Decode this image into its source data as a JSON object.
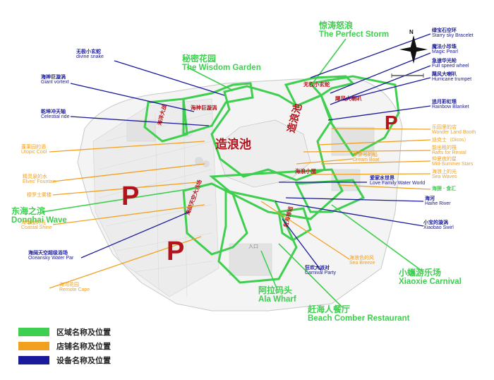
{
  "colors": {
    "zone": "#3ecf4f",
    "shop": "#f2a020",
    "ride": "#1a1a9a",
    "park_marker": "#b5121b"
  },
  "map_labels": {
    "wave_pool": "造浪池",
    "wave_pool_2": "造浪池",
    "parking": "P",
    "entrance": "入口"
  },
  "zones": [
    {
      "cn": "惊涛怒浪",
      "en": "The Perfect Storm"
    },
    {
      "cn": "秘密花园",
      "en": "The Wisdom Garden"
    },
    {
      "cn": "东海之滨",
      "en": "Donghai Wave"
    },
    {
      "cn": "阿拉码头",
      "en": "Ala Wharf"
    },
    {
      "cn": "赶海人餐厅",
      "en": "Beach Comber Restaurant"
    },
    {
      "cn": "小蠵游乐场",
      "en": "Xiaoxie Carnival"
    }
  ],
  "shops": [
    {
      "cn": "蓬莱园的酒",
      "en": "Utopic Cool"
    },
    {
      "cn": "精灵泉的水",
      "en": "Elves' Fountain"
    },
    {
      "cn": "穆罗士雾楼",
      "en": ""
    },
    {
      "cn": "海市蜃的光",
      "en": "Coastal Shine"
    },
    {
      "cn": "海湾花园",
      "en": "Remote Cape"
    },
    {
      "cn": "乐园里的店",
      "en": "Wonder Land Booth"
    },
    {
      "cn": "迪克士（Dicos）",
      "en": ""
    },
    {
      "cn": "能出租的筏",
      "en": "Rafts for Rental"
    },
    {
      "cn": "仲夏夜的星",
      "en": "Mid-Summer Stars"
    },
    {
      "cn": "梦梦号的船",
      "en": "Dream Boat"
    },
    {
      "cn": "海浪上的光",
      "en": "Sea Waves"
    },
    {
      "cn": "海狸 · 食汇",
      "en": ""
    },
    {
      "cn": "海浪色的风",
      "en": "Sea Breeze"
    }
  ],
  "rides": [
    {
      "cn": "无极小玄蛇",
      "en": "divine snake"
    },
    {
      "cn": "海神巨漩涡",
      "en": "Giant vortext"
    },
    {
      "cn": "乾坤冲天轴",
      "en": "Celestial ride"
    },
    {
      "cn": "海阔天空超级浴场",
      "en": "Oceansky Water Par"
    },
    {
      "cn": "绿宝石空环",
      "en": "Starry sky Bracelet"
    },
    {
      "cn": "魔法小珍珠",
      "en": "Magic Pearl"
    },
    {
      "cn": "急速华光轮",
      "en": "Full speed wheel"
    },
    {
      "cn": "飓风大喇叭",
      "en": "Hurricane trumpet"
    },
    {
      "cn": "追月彩虹毯",
      "en": "Rainbow Blanket"
    },
    {
      "cn": "爱家水世界",
      "en": "Love Family Water World"
    },
    {
      "cn": "海河",
      "en": "Haihe River"
    },
    {
      "cn": "小宝的漩涡",
      "en": "Xiaobao Swirl"
    },
    {
      "cn": "狂欢大派对",
      "en": "Carnival Party"
    }
  ],
  "legend": [
    {
      "label": "区域名称及位置"
    },
    {
      "label": "店铺名称及位置"
    },
    {
      "label": "设备名称及位置"
    }
  ]
}
